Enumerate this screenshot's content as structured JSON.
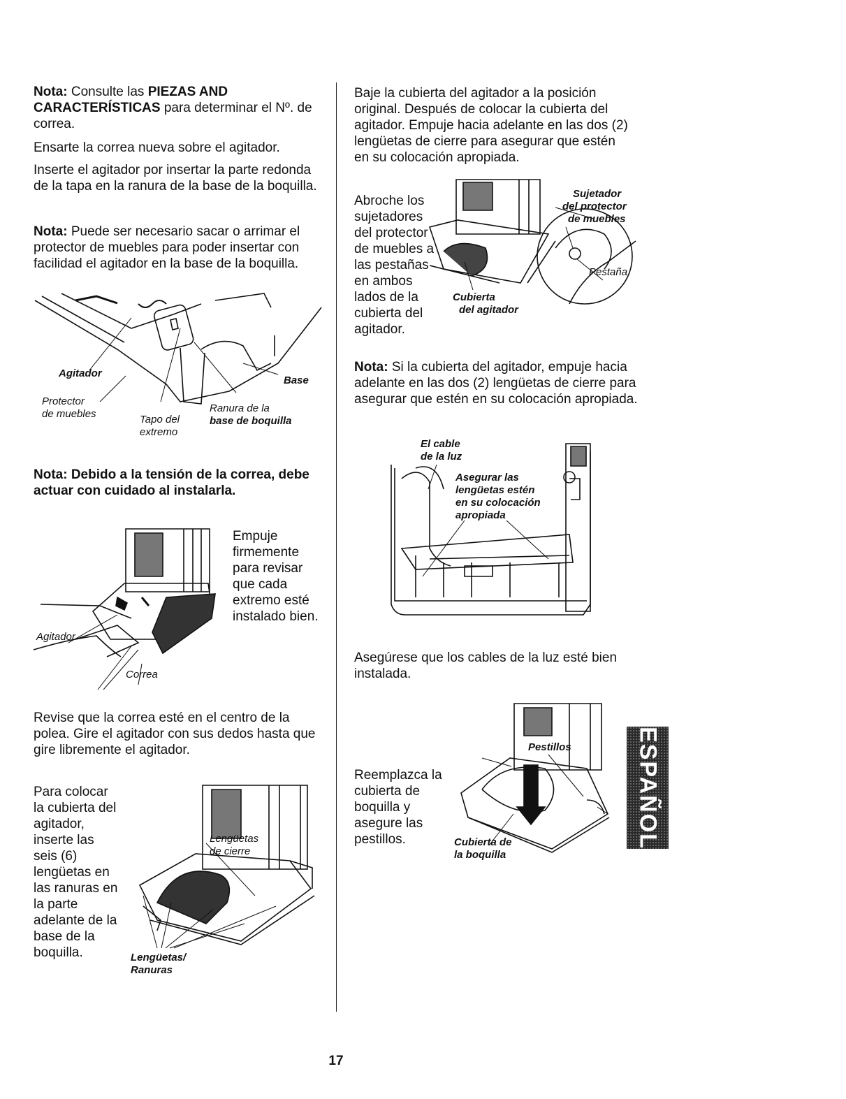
{
  "left": {
    "p1_note": "Nota:",
    "p1_a": " Consulte las ",
    "p1_bold": "PIEZAS AND CARACTERÍSTICAS",
    "p1_b": " para determinar el Nº. de correa.",
    "p2": "Ensarte la correa nueva sobre el agitador.",
    "p3": "Inserte el agitador por insertar la parte redonda de la tapa en la ranura de la base de la boquilla.",
    "p4_note": "Nota:",
    "p4": " Puede ser necesario sacar o arrimar el protector de muebles para poder insertar con facilidad el agitador en la base de la boquilla.",
    "fig1": {
      "agitador": "Agitador",
      "protector1": "Protector",
      "protector2": "de muebles",
      "tapo1": "Tapo del",
      "tapo2": "extremo",
      "ranura1": "Ranura de la",
      "ranura2": "base de boquilla",
      "base": "Base"
    },
    "p5": "Nota: Debido a la tensión de la correa, debe actuar con cuidado al instalarla.",
    "p6": "Empuje firmemente para revisar que cada extremo esté instalado bien.",
    "fig2": {
      "agitador": "Agitador",
      "correa": "Correa"
    },
    "p7": "Revise que la correa esté en el centro de la polea. Gire el agitador con sus dedos hasta que gire libremente el agitador.",
    "p8": "Para colocar la cubierta del agitador, inserte las seis (6) lengüetas en las ranuras en la parte adelante de la base de la boquilla.",
    "fig3": {
      "leng1": "Lengüetas",
      "leng2": "de cierre",
      "lr1": "Lengüetas/",
      "lr2": "Ranuras"
    }
  },
  "right": {
    "p1": "Baje la cubierta del agitador a la posición original. Después de colocar la cubierta del agitador. Empuje hacia adelante en las dos (2) lengüetas de cierre para asegurar que estén en su colocación apropiada.",
    "p2": "Abroche los sujetadores del protector de muebles a las pestañas en ambos lados de la cubierta del agitador.",
    "fig4": {
      "suj1": "Sujetador",
      "suj2": "del protector",
      "suj3": "de muebles",
      "cub1": "Cubierta",
      "cub2": "del agitador",
      "pestana": "Pestaña"
    },
    "p3_note": "Nota:",
    "p3": " Si la cubierta del agitador, empuje hacia adelante en las dos (2) lengüetas de cierre para asegurar que estén en su colocación apropiada.",
    "fig5": {
      "cable1": "El cable",
      "cable2": "de la luz",
      "aseg1": "Asegurar las",
      "aseg2": "lengüetas estén",
      "aseg3": "en su colocación",
      "aseg4": "apropiada"
    },
    "p4": "Asegúrese que los cables de la luz esté bien instalada.",
    "p5": "Reemplazca la cubierta de boquilla y asegure las pestillos.",
    "fig6": {
      "pestillos": "Pestillos",
      "cub1": "Cubierta de",
      "cub2": "la boquilla"
    }
  },
  "tab_label": "ESPAÑOL",
  "page_number": "17"
}
